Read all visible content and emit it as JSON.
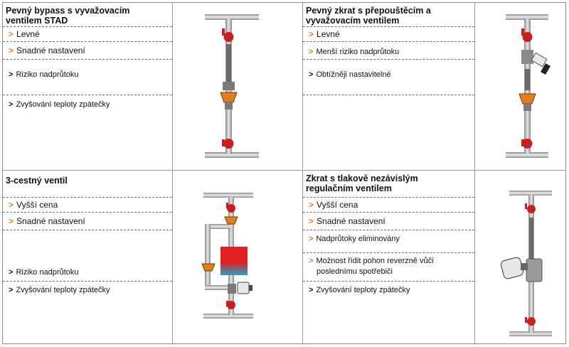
{
  "cells": [
    {
      "title": [
        "Pevný bypass s vyvažovacím",
        "ventilem STAD"
      ],
      "items": [
        "Levné",
        "Snadné nastavení",
        "Riziko nadprůtoku",
        "Zvyšování teploty zpátečky"
      ]
    },
    {
      "title": [
        "Pevný zkrat s přepouštěcím a",
        "vyvažovacím ventilem"
      ],
      "items": [
        "Levné",
        "Menší riziko nadprůtoku",
        "Obtížněji nastavitelné"
      ]
    },
    {
      "title": [
        "3-cestný ventil"
      ],
      "items": [
        "Vyšší cena",
        "Snadné nastavení",
        "Riziko nadprůtoku",
        "Zvyšování teploty zpátečky"
      ]
    },
    {
      "title": [
        "Zkrat s tlakově nezávislým",
        "regulačním ventilem"
      ],
      "items": [
        "Vyšší cena",
        "Snadné nastavení",
        "Nadprůtoky eliminovány",
        "Možnost řídit pohon reverzně vůči",
        "poslednímu spotřebiči",
        "Zvyšování teploty zpátečky"
      ]
    }
  ],
  "bullet": ">",
  "colors": {
    "accent": "#e07d1e",
    "valve_red": "#c82020",
    "pipe": "#c8c8c8",
    "heater_top": "#e02020",
    "heater_bottom": "#2aa0c8"
  }
}
